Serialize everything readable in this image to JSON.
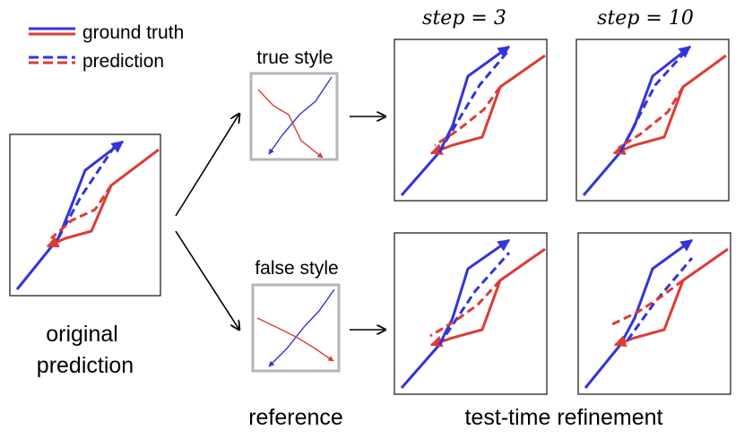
{
  "legend": {
    "ground_truth": "ground truth",
    "prediction": "prediction"
  },
  "labels": {
    "original": [
      "original",
      "prediction"
    ],
    "true_style": "true style",
    "false_style": "false style",
    "reference": "reference",
    "refinement": "test-time refinement",
    "step3": "step = 3",
    "step10": "step = 10"
  },
  "colors": {
    "ground_truth_blue": "#3333dd",
    "ground_truth_red": "#dd3b35",
    "panel_border": "#222222",
    "reference_border": "#b5b5b5"
  }
}
